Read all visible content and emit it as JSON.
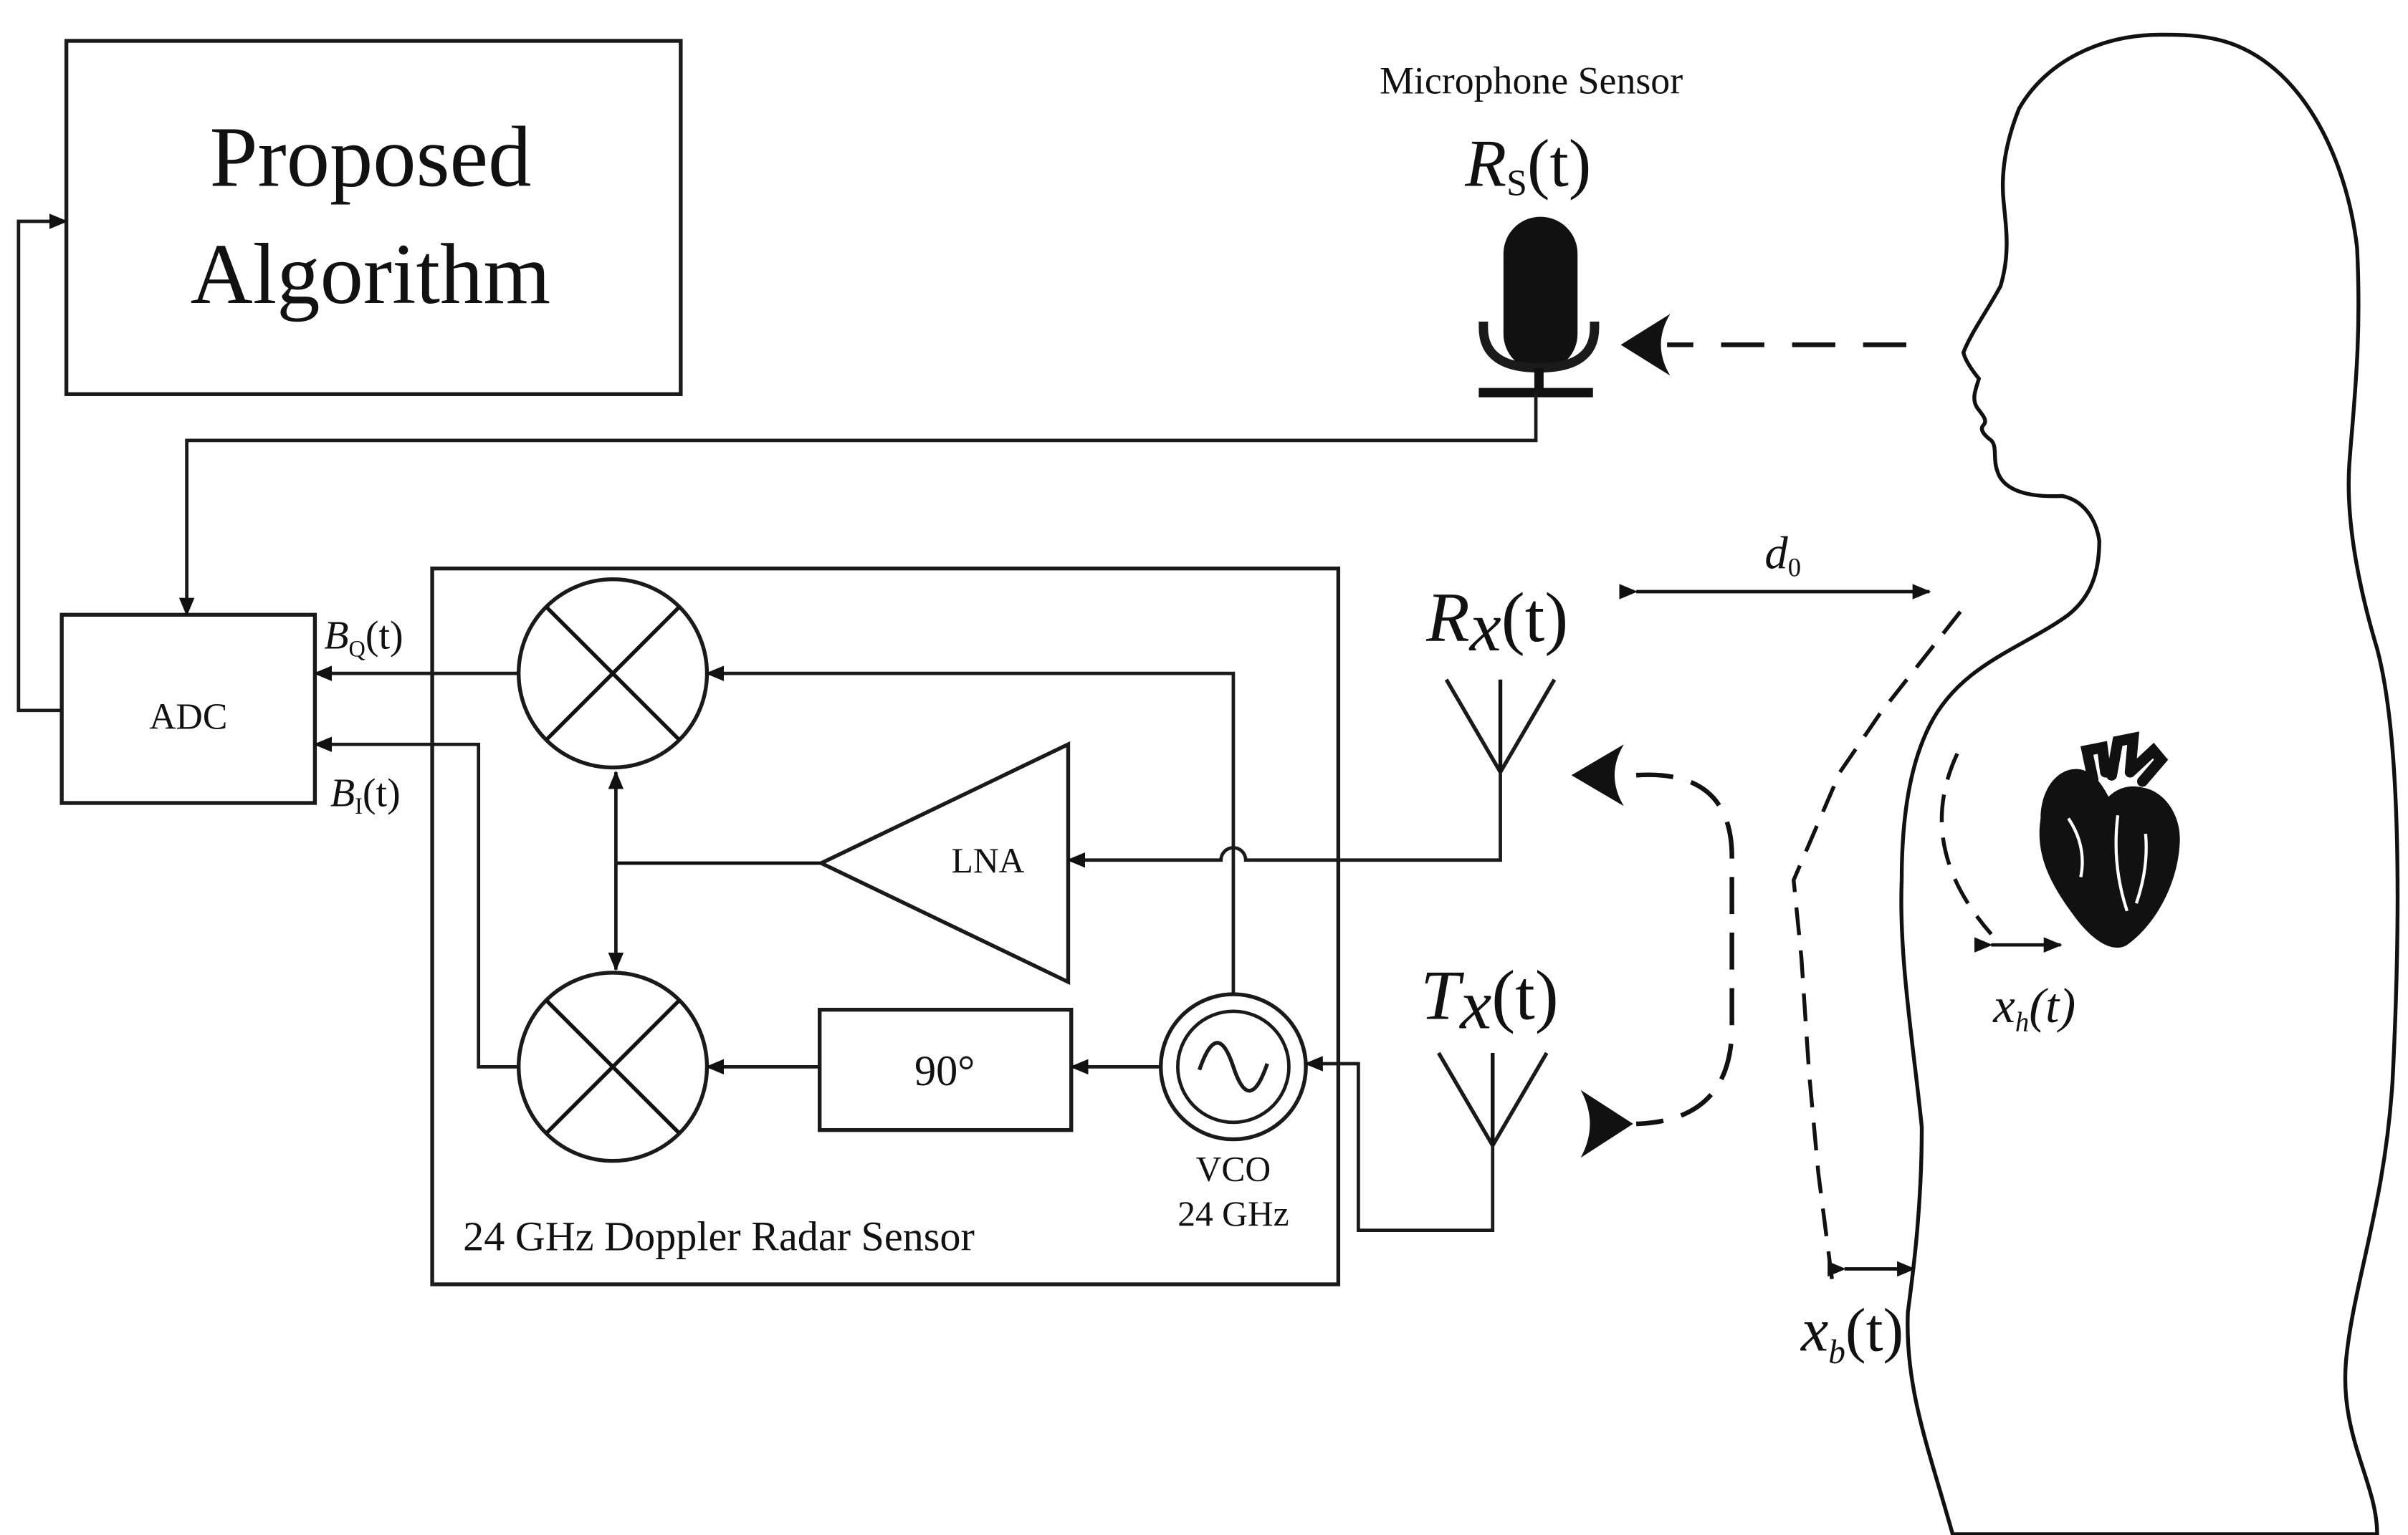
{
  "blocks": {
    "algorithm_line1": "Proposed",
    "algorithm_line2": "Algorithm",
    "adc": "ADC",
    "lna": "LNA",
    "phase": "90°",
    "vco_line1": "VCO",
    "vco_line2": "24 GHz",
    "radar_label": "24 GHz Doppler Radar Sensor"
  },
  "microphone": {
    "title": "Microphone Sensor",
    "signal_main": "R",
    "signal_sub": "S",
    "signal_arg": "(t)"
  },
  "signals": {
    "bq_main": "B",
    "bq_sub": "Q",
    "bq_arg": "(t)",
    "bi_main": "B",
    "bi_sub": "I",
    "bi_arg": "(t)",
    "rx_main": "R",
    "rx_sub": "x",
    "rx_arg": "(t)",
    "tx_main": "T",
    "tx_sub": "x",
    "tx_arg": "(t)"
  },
  "body": {
    "distance_main": "d",
    "distance_sub": "0",
    "heart_main": "x",
    "heart_sub": "h",
    "heart_arg": "(t)",
    "breath_main": "x",
    "breath_sub": "b",
    "breath_arg": "(t)"
  },
  "colors": {
    "line": "#1a1a1a",
    "fill": "#111111",
    "background": "#ffffff"
  }
}
